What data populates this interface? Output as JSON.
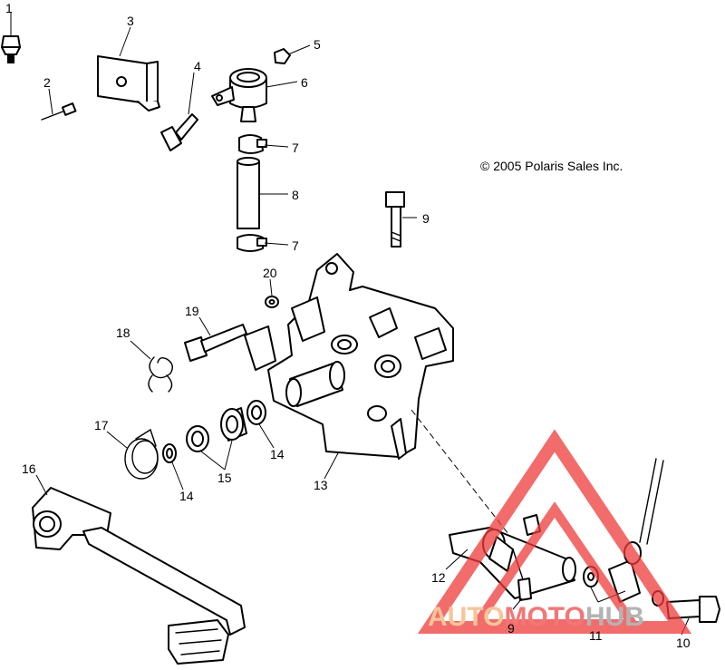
{
  "copyright": "© 2005 Polaris Sales Inc.",
  "callouts": [
    "1",
    "2",
    "3",
    "4",
    "5",
    "6",
    "7",
    "8",
    "9",
    "7",
    "20",
    "19",
    "18",
    "17",
    "14",
    "15",
    "14",
    "13",
    "16",
    "12",
    "9",
    "11",
    "10"
  ],
  "watermark": {
    "word_a": "AUTO",
    "word_b": "MOTO",
    "word_c": "HUB",
    "color_a": "#f5b27a",
    "color_b": "#ee4a4a",
    "color_c": "#9a9a9a",
    "triangle_color": "#ee3b3b"
  }
}
